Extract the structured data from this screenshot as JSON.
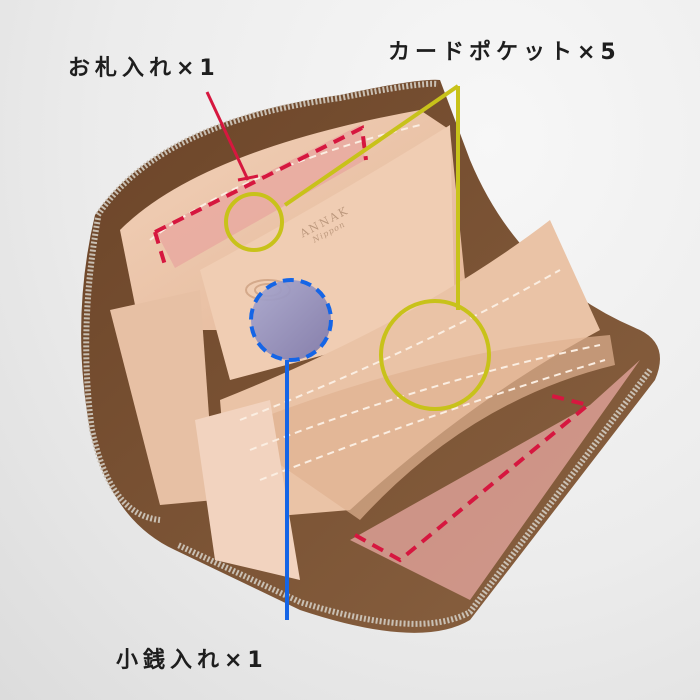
{
  "annotations": {
    "bill_compartment": {
      "label": "お札入れ×1",
      "color": "#d6173f"
    },
    "card_pockets": {
      "label": "カードポケット×5",
      "color": "#c8c21a"
    },
    "coin_purse": {
      "label": "小銭入れ×1",
      "color": "#1565e6"
    }
  },
  "product": {
    "brand_mark": "ANNAK",
    "brand_sub": "Nippon"
  },
  "colors": {
    "background": "#ececec",
    "leather_outer": "#7a5436",
    "leather_inner": "#efc8aa",
    "zipper": "#b8b0a6"
  }
}
